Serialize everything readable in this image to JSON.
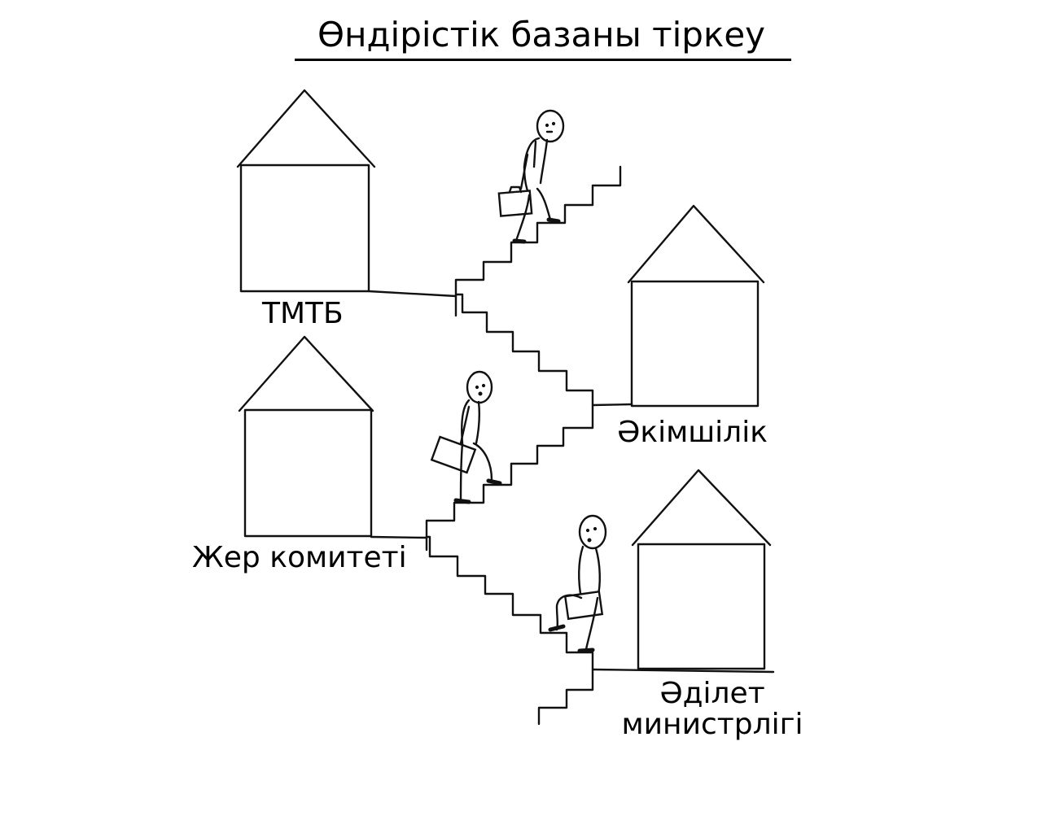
{
  "title": "Өндірістік базаны тіркеу",
  "labels": {
    "tmtb": "ТМТБ",
    "akimshilik": "Әкімшілік",
    "jer_komiteti": "Жер комитеті",
    "adilet_line1": "Әділет",
    "adilet_line2": "министрлігі"
  }
}
